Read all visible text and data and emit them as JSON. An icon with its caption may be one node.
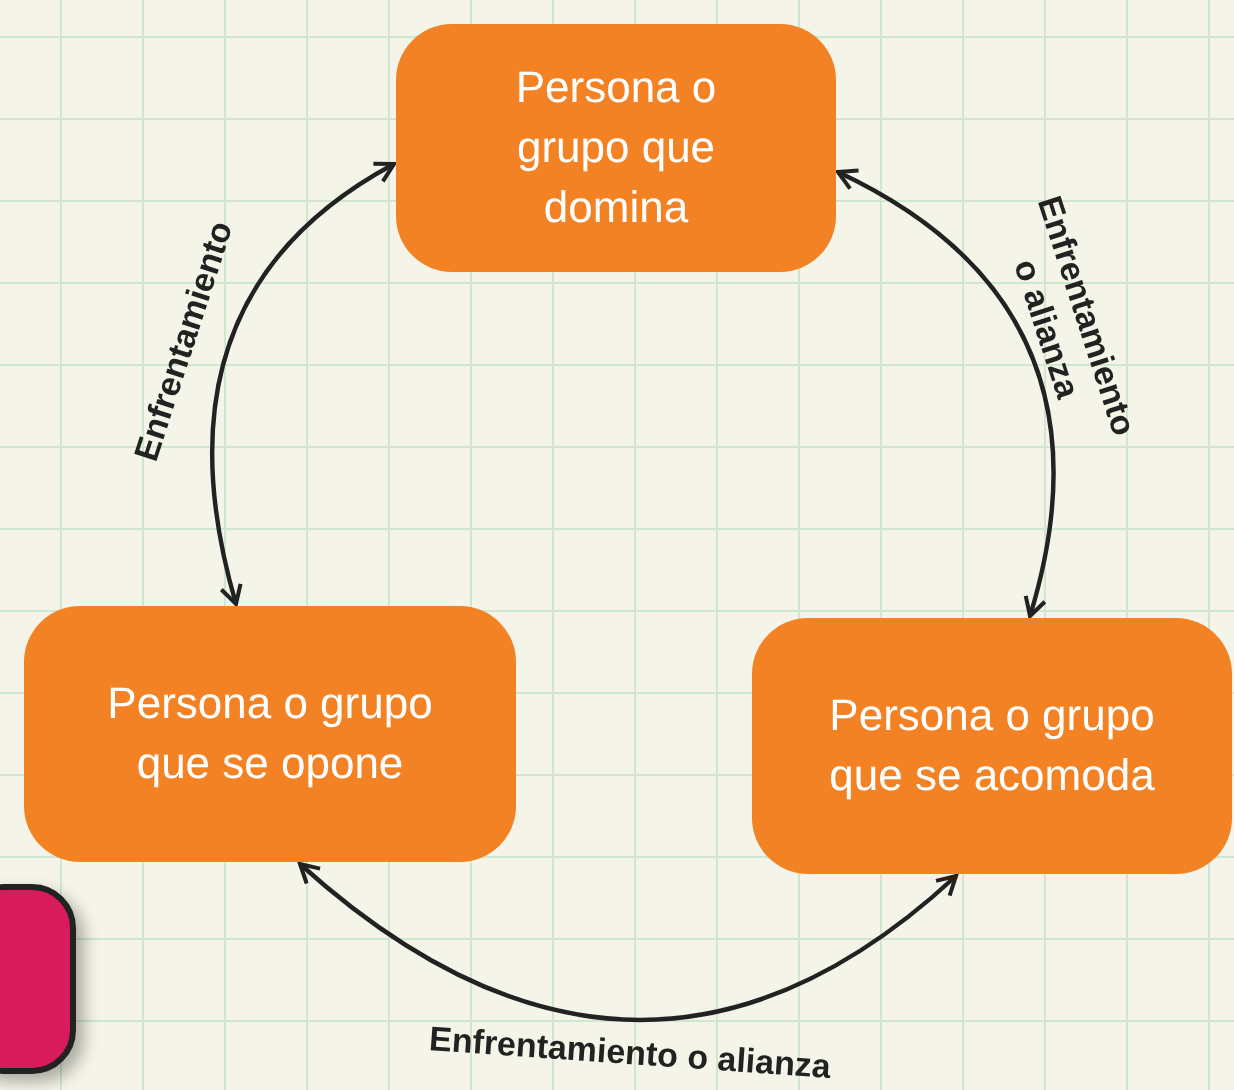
{
  "diagram": {
    "nodes": [
      {
        "text": [
          "Persona o grupo que domina"
        ]
      },
      {
        "text": [
          "Persona o grupo que se opone"
        ]
      },
      {
        "text": [
          "Persona o grupo que se acomoda"
        ]
      },
      {
        "text": [],
        "shape": "box"
      }
    ],
    "edges": [
      {
        "from": 0,
        "to": 1,
        "arrow": "both",
        "label": "Enfrentamiento"
      },
      {
        "from": 0,
        "to": 2,
        "arrow": "both",
        "label": "Enfrentamiento o alianza"
      },
      {
        "from": 1,
        "to": 2,
        "arrow": "both",
        "label": "Enfrentamiento o alianza"
      }
    ]
  }
}
